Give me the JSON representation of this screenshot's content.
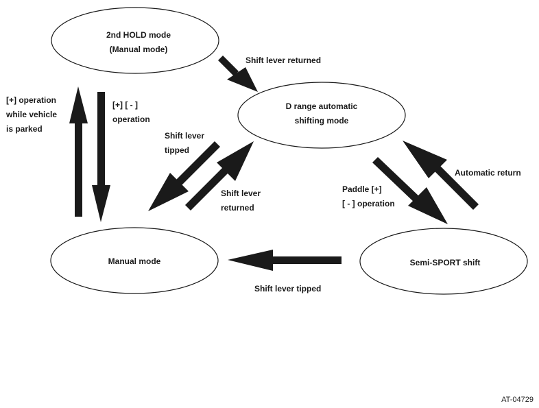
{
  "nodes": {
    "hold_mode": {
      "line1": "2nd HOLD mode",
      "line2": "(Manual mode)"
    },
    "d_range": {
      "line1": "D range automatic",
      "line2": "shifting mode"
    },
    "manual_mode": {
      "line1": "Manual mode"
    },
    "semi_sport": {
      "line1": "Semi-SPORT shift"
    }
  },
  "edges": {
    "hold_to_drange": {
      "line1": "Shift lever returned"
    },
    "manual_to_hold": {
      "line1": "[+] operation",
      "line2": "while vehicle",
      "line3": "is parked"
    },
    "hold_to_manual": {
      "line1": "[+] [ - ]",
      "line2": "operation"
    },
    "drange_to_manual": {
      "line1": "Shift lever",
      "line2": "tipped"
    },
    "manual_to_drange": {
      "line1": "Shift lever",
      "line2": "returned"
    },
    "drange_to_sport": {
      "line1": "Paddle [+]",
      "line2": "[ - ] operation"
    },
    "sport_to_drange": {
      "line1": "Automatic return"
    },
    "sport_to_manual": {
      "line1": "Shift lever tipped"
    }
  },
  "figure_id": "AT-04729"
}
